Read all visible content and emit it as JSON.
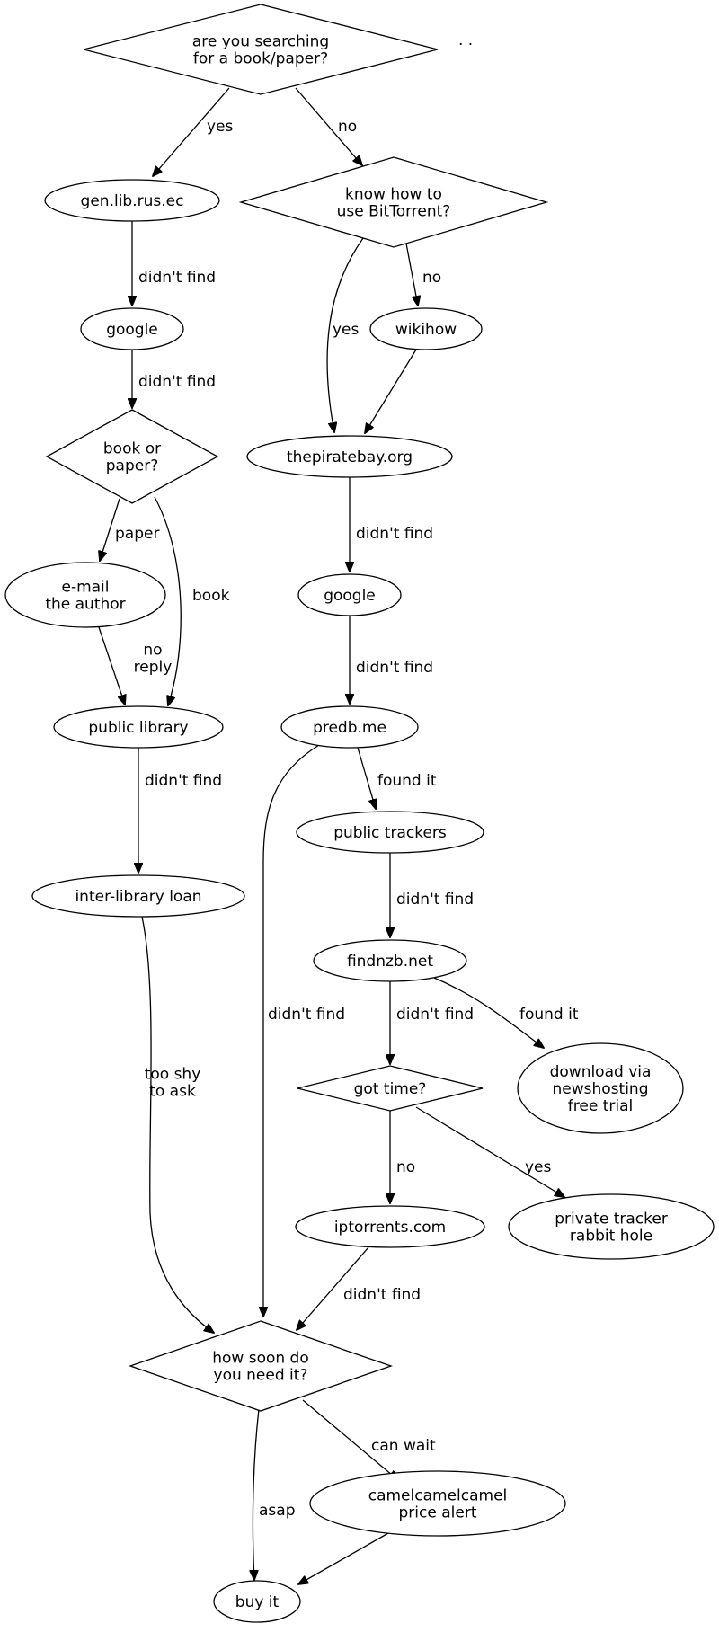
{
  "nodes": {
    "n_search": {
      "shape": "diamond",
      "lines": [
        "are you searching",
        "for a book/paper?"
      ]
    },
    "n_genlib": {
      "shape": "ellipse",
      "lines": [
        "gen.lib.rus.ec"
      ]
    },
    "n_bt": {
      "shape": "diamond",
      "lines": [
        "know how to",
        "use BitTorrent?"
      ]
    },
    "n_google1": {
      "shape": "ellipse",
      "lines": [
        "google"
      ]
    },
    "n_wikihow": {
      "shape": "ellipse",
      "lines": [
        "wikihow"
      ]
    },
    "n_bookorpaper": {
      "shape": "diamond",
      "lines": [
        "book or",
        "paper?"
      ]
    },
    "n_piratebay": {
      "shape": "ellipse",
      "lines": [
        "thepiratebay.org"
      ]
    },
    "n_email": {
      "shape": "ellipse",
      "lines": [
        "e-mail",
        "the author"
      ]
    },
    "n_google2": {
      "shape": "ellipse",
      "lines": [
        "google"
      ]
    },
    "n_publiclib": {
      "shape": "ellipse",
      "lines": [
        "public library"
      ]
    },
    "n_predb": {
      "shape": "ellipse",
      "lines": [
        "predb.me"
      ]
    },
    "n_pubtrackers": {
      "shape": "ellipse",
      "lines": [
        "public trackers"
      ]
    },
    "n_ill": {
      "shape": "ellipse",
      "lines": [
        "inter-library loan"
      ]
    },
    "n_findnzb": {
      "shape": "ellipse",
      "lines": [
        "findnzb.net"
      ]
    },
    "n_download": {
      "shape": "ellipse",
      "lines": [
        "download via",
        "newshosting",
        "free trial"
      ]
    },
    "n_gottime": {
      "shape": "diamond",
      "lines": [
        "got time?"
      ]
    },
    "n_iptorrents": {
      "shape": "ellipse",
      "lines": [
        "iptorrents.com"
      ]
    },
    "n_private": {
      "shape": "ellipse",
      "lines": [
        "private tracker",
        "rabbit hole"
      ]
    },
    "n_howsoon": {
      "shape": "diamond",
      "lines": [
        "how soon do",
        "you need it?"
      ]
    },
    "n_camel": {
      "shape": "ellipse",
      "lines": [
        "camelcamelcamel",
        "price alert"
      ]
    },
    "n_buy": {
      "shape": "ellipse",
      "lines": [
        "buy it"
      ]
    }
  },
  "edges": [
    {
      "from": "n_search",
      "to": "n_genlib",
      "label": [
        "yes"
      ]
    },
    {
      "from": "n_search",
      "to": "n_bt",
      "label": [
        "no"
      ]
    },
    {
      "from": "n_genlib",
      "to": "n_google1",
      "label": [
        "didn't find"
      ]
    },
    {
      "from": "n_google1",
      "to": "n_bookorpaper",
      "label": [
        "didn't find"
      ]
    },
    {
      "from": "n_bookorpaper",
      "to": "n_email",
      "label": [
        "paper"
      ]
    },
    {
      "from": "n_bookorpaper",
      "to": "n_publiclib",
      "label": [
        "book"
      ]
    },
    {
      "from": "n_email",
      "to": "n_publiclib",
      "label": [
        "no",
        "reply"
      ]
    },
    {
      "from": "n_publiclib",
      "to": "n_ill",
      "label": [
        "didn't find"
      ]
    },
    {
      "from": "n_ill",
      "to": "n_howsoon",
      "label": [
        "too shy",
        "to ask"
      ]
    },
    {
      "from": "n_bt",
      "to": "n_piratebay",
      "label": [
        "yes"
      ]
    },
    {
      "from": "n_bt",
      "to": "n_wikihow",
      "label": [
        "no"
      ]
    },
    {
      "from": "n_wikihow",
      "to": "n_piratebay",
      "label": []
    },
    {
      "from": "n_piratebay",
      "to": "n_google2",
      "label": [
        "didn't find"
      ]
    },
    {
      "from": "n_google2",
      "to": "n_predb",
      "label": [
        "didn't find"
      ]
    },
    {
      "from": "n_predb",
      "to": "n_pubtrackers",
      "label": [
        "found it"
      ]
    },
    {
      "from": "n_predb",
      "to": "n_howsoon",
      "label": [
        "didn't find"
      ]
    },
    {
      "from": "n_pubtrackers",
      "to": "n_findnzb",
      "label": [
        "didn't find"
      ]
    },
    {
      "from": "n_findnzb",
      "to": "n_gottime",
      "label": [
        "didn't find"
      ]
    },
    {
      "from": "n_findnzb",
      "to": "n_download",
      "label": [
        "found it"
      ]
    },
    {
      "from": "n_gottime",
      "to": "n_iptorrents",
      "label": [
        "no"
      ]
    },
    {
      "from": "n_gottime",
      "to": "n_private",
      "label": [
        "yes"
      ]
    },
    {
      "from": "n_iptorrents",
      "to": "n_howsoon",
      "label": [
        "didn't find"
      ]
    },
    {
      "from": "n_howsoon",
      "to": "n_camel",
      "label": [
        "can wait"
      ]
    },
    {
      "from": "n_howsoon",
      "to": "n_buy",
      "label": [
        "asap"
      ]
    },
    {
      "from": "n_camel",
      "to": "n_buy",
      "label": []
    }
  ],
  "dots": ". ."
}
